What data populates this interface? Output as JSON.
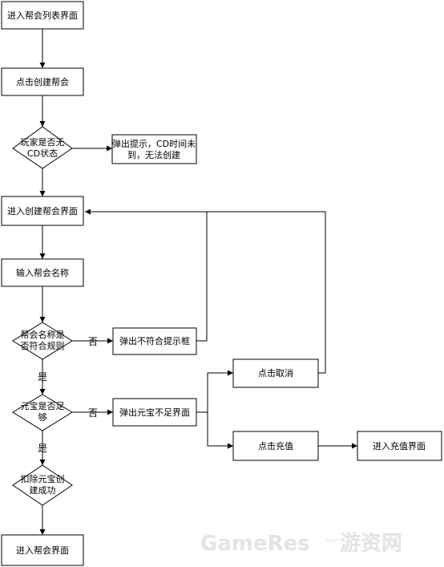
{
  "nodes": {
    "enter_guild_list": "进入帮会列表界面",
    "click_create_guild": "点击创建帮会",
    "cd_check": [
      "玩家是否无",
      "CD状态"
    ],
    "cd_tip": [
      "弹出提示，CD时间未",
      "到，无法创建"
    ],
    "enter_create_ui": "进入创建帮会界面",
    "input_name": "输入帮会名称",
    "name_check": [
      "帮会名称是",
      "否符合规则"
    ],
    "name_invalid_tip": "弹出不符合提示框",
    "yuanbao_check": [
      "元宝是否足",
      "够"
    ],
    "yuanbao_short_ui": "弹出元宝不足界面",
    "click_cancel": "点击取消",
    "click_recharge": "点击充值",
    "enter_recharge_ui": "进入充值界面",
    "deduct_create": [
      "扣除元宝创",
      "建成功"
    ],
    "enter_guild_ui": "进入帮会界面"
  },
  "edge_labels": {
    "no_1": "否",
    "yes_1": "是",
    "no_2": "否",
    "yes_2": "是"
  },
  "watermark": {
    "text": "GameRes",
    "small": "com",
    "cn": "游资网"
  }
}
